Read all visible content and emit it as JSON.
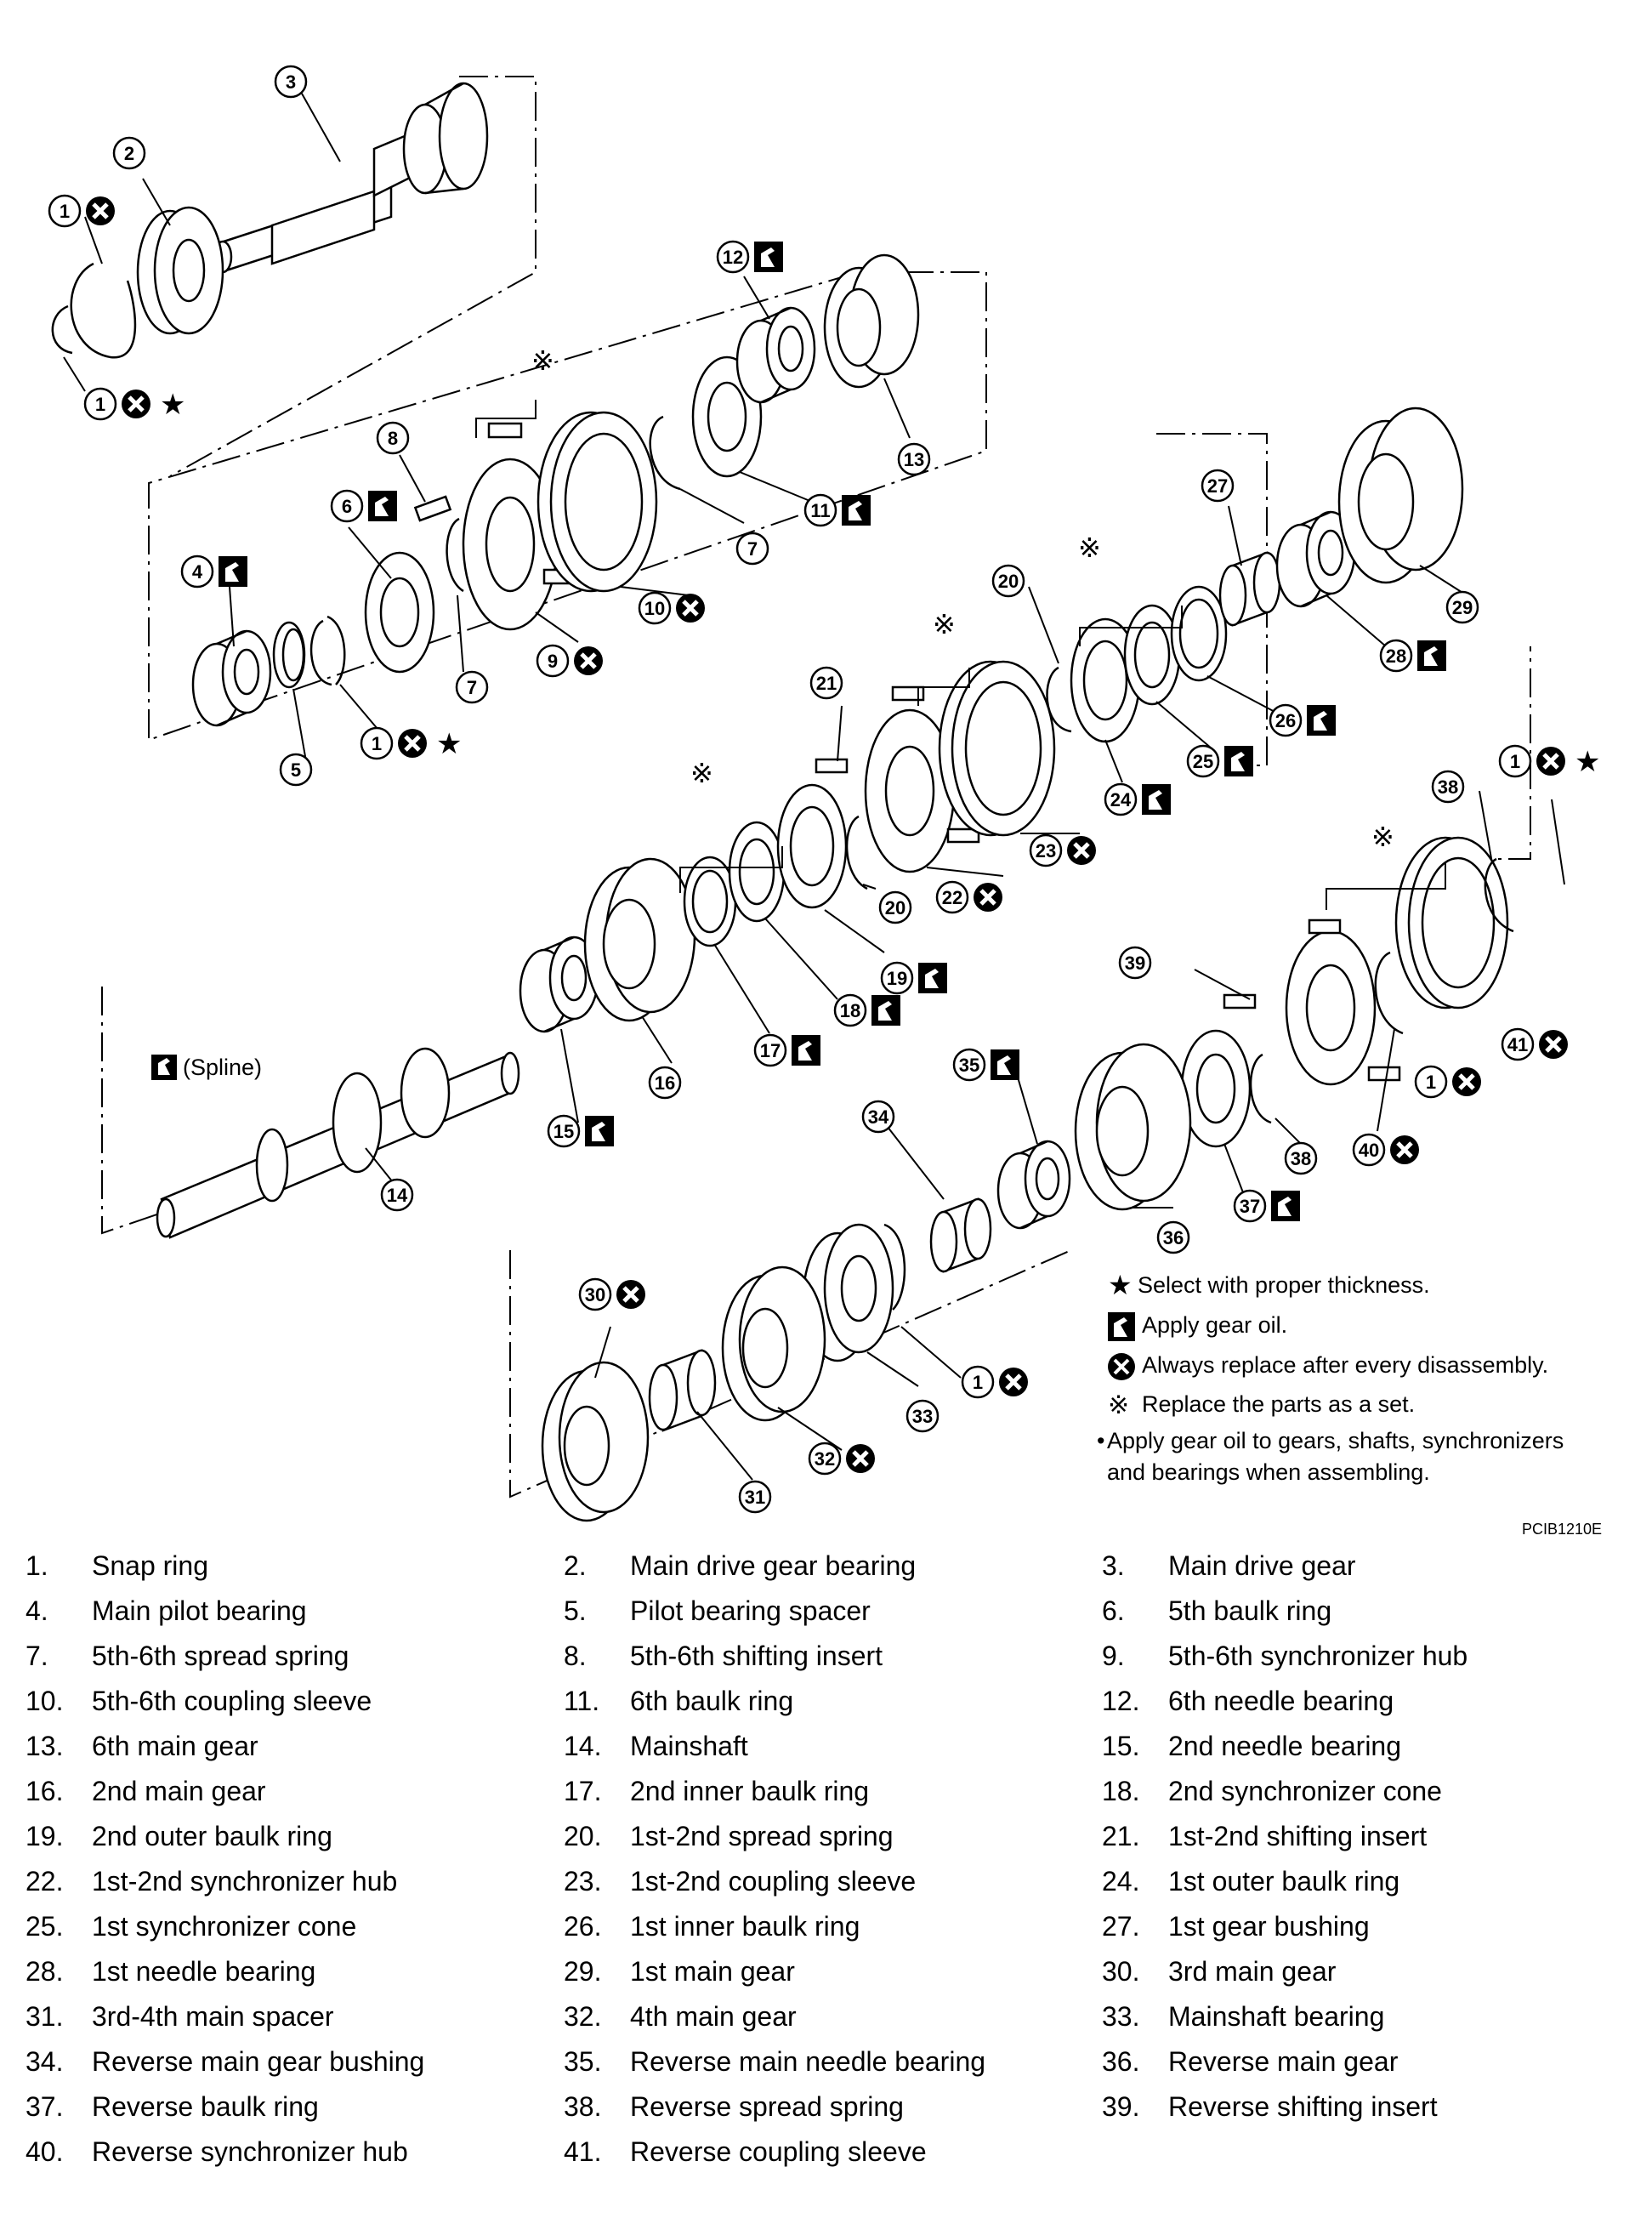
{
  "figure_code": "PCIB1210E",
  "spline_label": "(Spline)",
  "legend": {
    "star": "Select with proper thickness.",
    "oil": "Apply gear oil.",
    "replace": "Always replace after every disassembly.",
    "set": "Replace the parts as a set.",
    "note_line1": "Apply gear oil to gears, shafts, synchronizers",
    "note_line2": "and bearings when assembling."
  },
  "callout_numbers": [
    "1",
    "2",
    "3",
    "4",
    "5",
    "6",
    "7",
    "8",
    "9",
    "10",
    "11",
    "12",
    "13",
    "14",
    "15",
    "16",
    "17",
    "18",
    "19",
    "20",
    "21",
    "22",
    "23",
    "24",
    "25",
    "26",
    "27",
    "28",
    "29",
    "30",
    "31",
    "32",
    "33",
    "34",
    "35",
    "36",
    "37",
    "38",
    "39",
    "40",
    "41"
  ],
  "parts": [
    {
      "num": "1.",
      "name": "Snap ring"
    },
    {
      "num": "2.",
      "name": "Main drive gear bearing"
    },
    {
      "num": "3.",
      "name": "Main drive gear"
    },
    {
      "num": "4.",
      "name": "Main pilot bearing"
    },
    {
      "num": "5.",
      "name": "Pilot bearing spacer"
    },
    {
      "num": "6.",
      "name": "5th baulk ring"
    },
    {
      "num": "7.",
      "name": "5th-6th spread spring"
    },
    {
      "num": "8.",
      "name": "5th-6th shifting insert"
    },
    {
      "num": "9.",
      "name": "5th-6th synchronizer hub"
    },
    {
      "num": "10.",
      "name": "5th-6th coupling sleeve"
    },
    {
      "num": "11.",
      "name": "6th baulk ring"
    },
    {
      "num": "12.",
      "name": "6th needle bearing"
    },
    {
      "num": "13.",
      "name": "6th main gear"
    },
    {
      "num": "14.",
      "name": "Mainshaft"
    },
    {
      "num": "15.",
      "name": "2nd needle bearing"
    },
    {
      "num": "16.",
      "name": "2nd main gear"
    },
    {
      "num": "17.",
      "name": "2nd inner baulk ring"
    },
    {
      "num": "18.",
      "name": "2nd synchronizer cone"
    },
    {
      "num": "19.",
      "name": "2nd outer baulk ring"
    },
    {
      "num": "20.",
      "name": "1st-2nd spread spring"
    },
    {
      "num": "21.",
      "name": "1st-2nd shifting insert"
    },
    {
      "num": "22.",
      "name": "1st-2nd synchronizer hub"
    },
    {
      "num": "23.",
      "name": "1st-2nd coupling sleeve"
    },
    {
      "num": "24.",
      "name": "1st outer baulk ring"
    },
    {
      "num": "25.",
      "name": "1st synchronizer cone"
    },
    {
      "num": "26.",
      "name": "1st inner baulk ring"
    },
    {
      "num": "27.",
      "name": "1st gear bushing"
    },
    {
      "num": "28.",
      "name": "1st needle bearing"
    },
    {
      "num": "29.",
      "name": "1st main gear"
    },
    {
      "num": "30.",
      "name": "3rd main gear"
    },
    {
      "num": "31.",
      "name": "3rd-4th main spacer"
    },
    {
      "num": "32.",
      "name": "4th main gear"
    },
    {
      "num": "33.",
      "name": "Mainshaft bearing"
    },
    {
      "num": "34.",
      "name": "Reverse main gear bushing"
    },
    {
      "num": "35.",
      "name": "Reverse main needle bearing"
    },
    {
      "num": "36.",
      "name": "Reverse main gear"
    },
    {
      "num": "37.",
      "name": "Reverse baulk ring"
    },
    {
      "num": "38.",
      "name": "Reverse spread spring"
    },
    {
      "num": "39.",
      "name": "Reverse shifting insert"
    },
    {
      "num": "40.",
      "name": "Reverse synchronizer hub"
    },
    {
      "num": "41.",
      "name": "Reverse coupling sleeve"
    }
  ]
}
